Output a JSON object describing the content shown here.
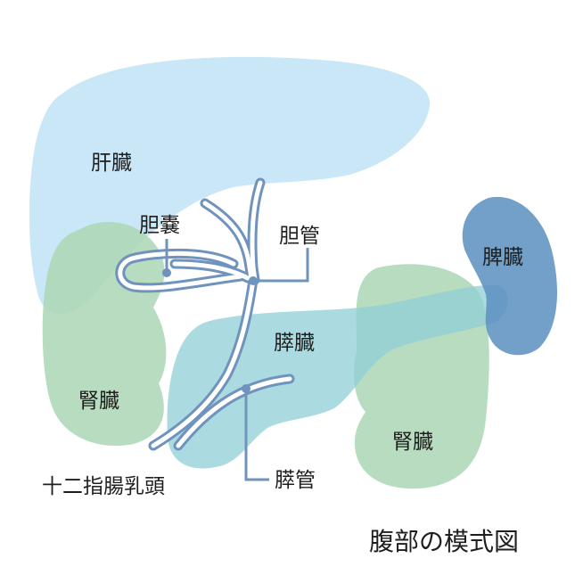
{
  "diagram": {
    "title": "腹部の模式図",
    "labels": {
      "liver": "肝臓",
      "gallbladder": "胆嚢",
      "bile_duct": "胆管",
      "spleen": "脾臓",
      "pancreas": "膵臓",
      "kidney_left": "腎臓",
      "kidney_right": "腎臓",
      "papilla": "十二指腸乳頭",
      "pancreatic_duct": "膵管"
    },
    "colors": {
      "liver": "#bfe3f4",
      "kidney": "#acd6b4",
      "pancreas": "#8fcfd6",
      "spleen": "#5b8fbf",
      "duct_stroke": "#6f93bd",
      "duct_fill": "#ffffff",
      "text": "#1f1f1f"
    }
  }
}
